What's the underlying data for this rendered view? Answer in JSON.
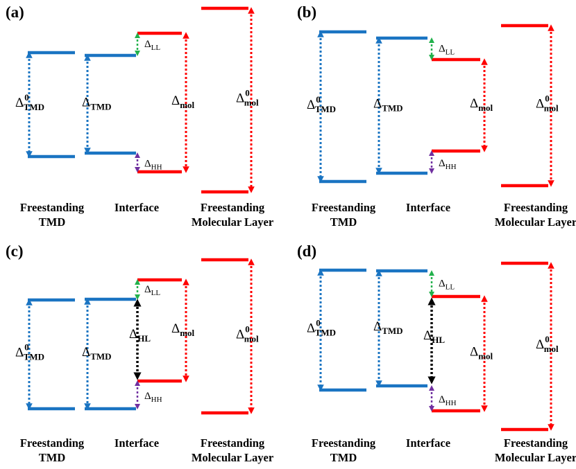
{
  "colors": {
    "tmd": "#1a74c2",
    "mol": "#ff0000",
    "ll": "#22b14c",
    "hh": "#7030a0",
    "hl": "#000000"
  },
  "columns": {
    "freestanding_tmd": [
      "Freestanding",
      "TMD"
    ],
    "interface": "Interface",
    "freestanding_mol": [
      "Freestanding",
      "Molecular Layer"
    ]
  },
  "deltas": {
    "tmd0": {
      "sym": "Δ",
      "sub": "TMD",
      "sup": "0"
    },
    "tmd": {
      "sym": "Δ",
      "sub": "TMD"
    },
    "mol": {
      "sym": "Δ",
      "sub": "mol"
    },
    "mol0": {
      "sym": "Δ",
      "sub": "mol",
      "sup": "0"
    },
    "ll": {
      "sym": "Δ",
      "sub": "LL"
    },
    "hh": {
      "sym": "Δ",
      "sub": "HH"
    },
    "hl": {
      "sym": "Δ",
      "sub": "HL"
    }
  },
  "panels": [
    {
      "label": "(a)",
      "has_hl": false
    },
    {
      "label": "(b)",
      "has_hl": false
    },
    {
      "label": "(c)",
      "has_hl": true
    },
    {
      "label": "(d)",
      "has_hl": true
    }
  ]
}
